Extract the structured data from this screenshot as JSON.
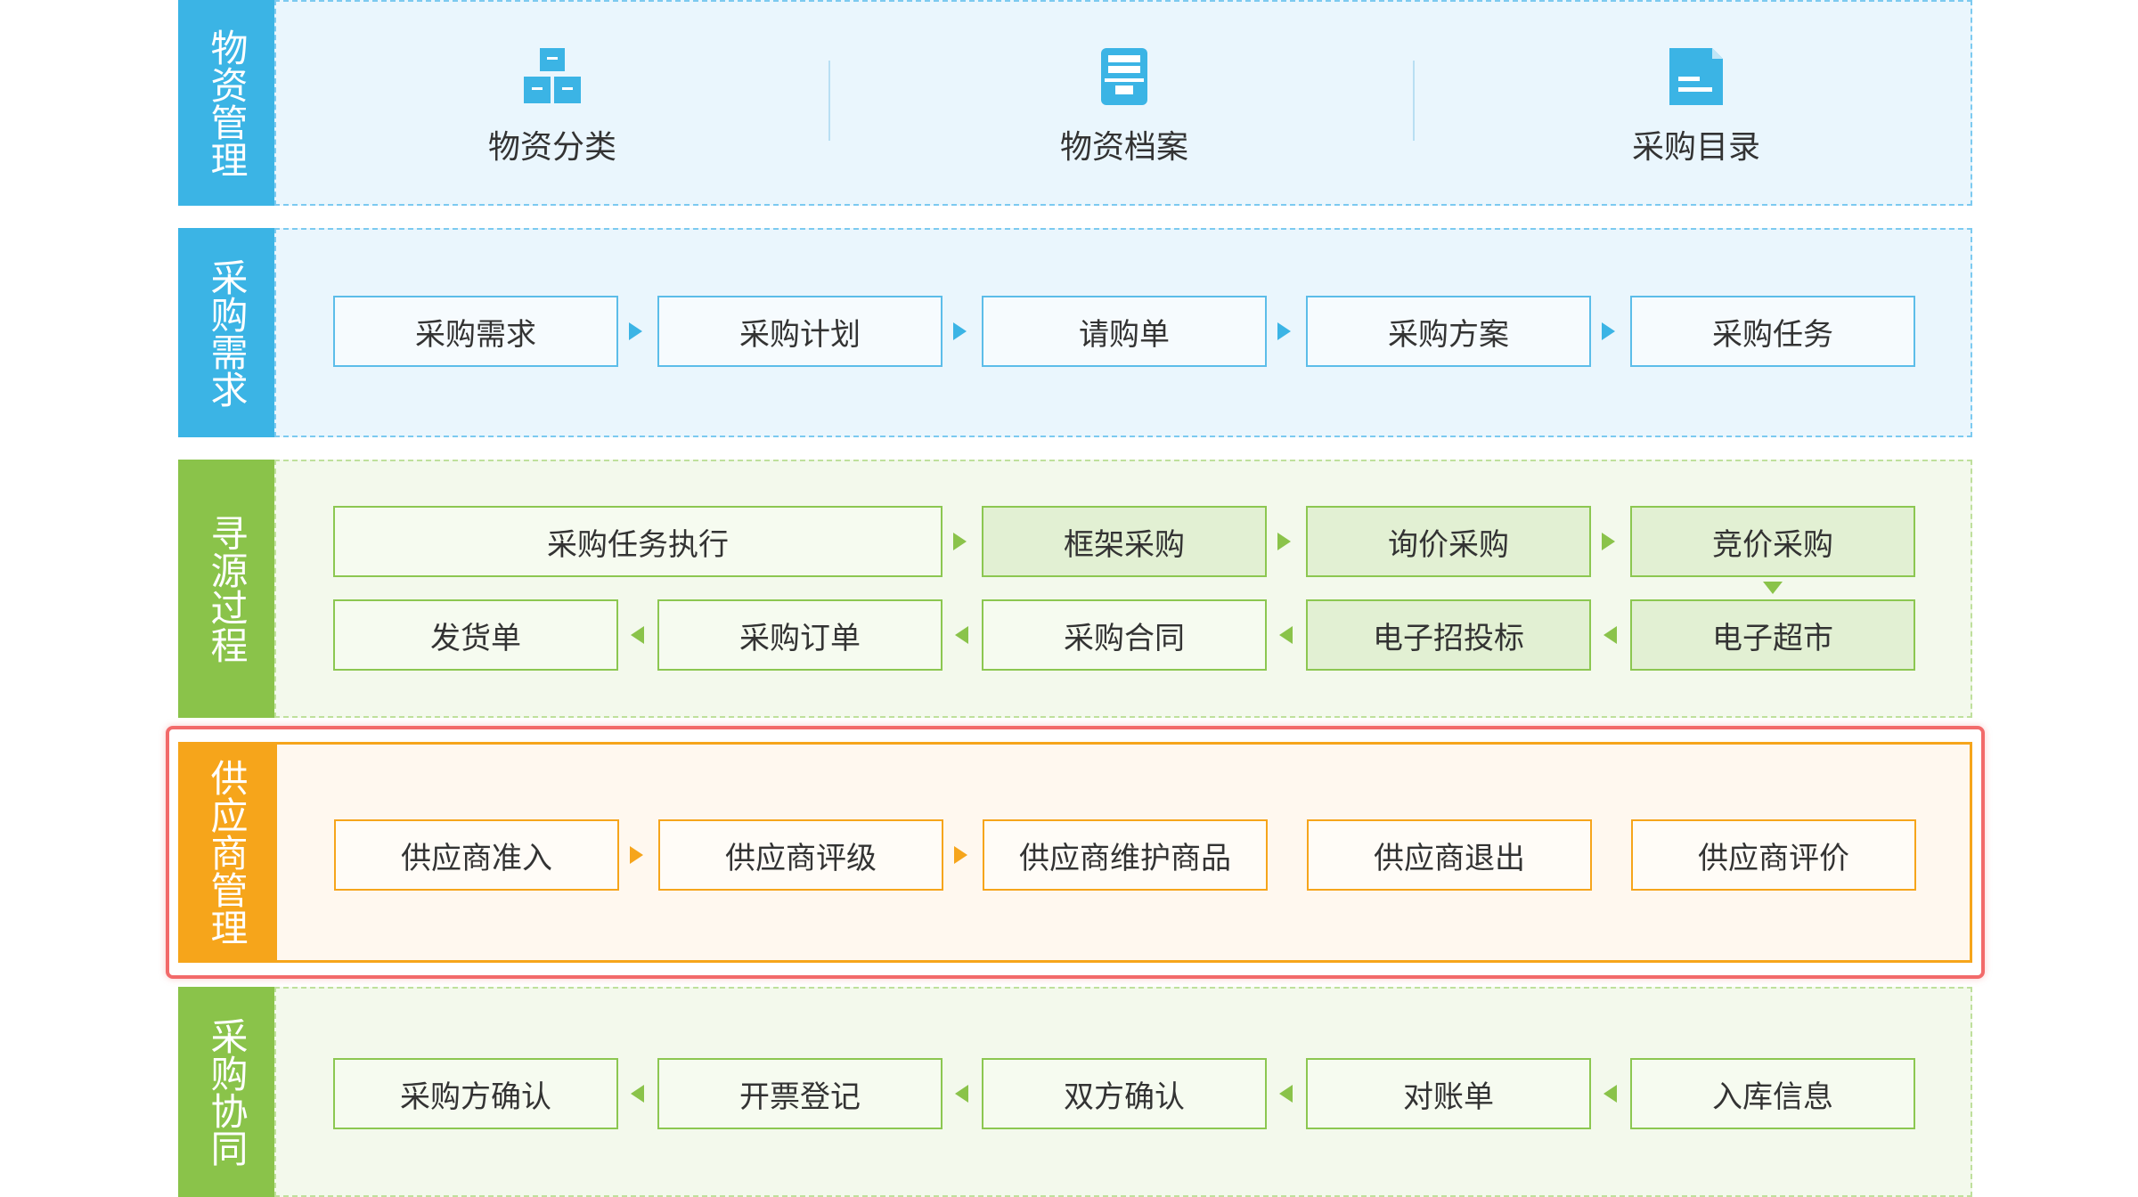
{
  "sections": {
    "materials": {
      "label": "物资管理",
      "items": [
        "物资分类",
        "物资档案",
        "采购目录"
      ],
      "icons": [
        "boxes-icon",
        "archive-icon",
        "document-icon"
      ]
    },
    "demand": {
      "label": "采购需求",
      "steps": [
        "采购需求",
        "采购计划",
        "请购单",
        "采购方案",
        "采购任务"
      ]
    },
    "sourcing": {
      "label": "寻源过程",
      "row1": [
        "采购任务执行",
        "框架采购",
        "询价采购",
        "竞价采购"
      ],
      "row2": [
        "发货单",
        "采购订单",
        "采购合同",
        "电子招投标",
        "电子超市"
      ]
    },
    "supplier": {
      "label": "供应商管理",
      "steps": [
        "供应商准入",
        "供应商评级",
        "供应商维护商品",
        "供应商退出",
        "供应商评价"
      ]
    },
    "collab": {
      "label": "采购协同",
      "steps": [
        "采购方确认",
        "开票登记",
        "双方确认",
        "对账单",
        "入库信息"
      ]
    }
  },
  "colors": {
    "blue": "#3bb4e5",
    "green": "#8ac34a",
    "orange": "#f6a51b",
    "highlight": "#f26a6a"
  }
}
